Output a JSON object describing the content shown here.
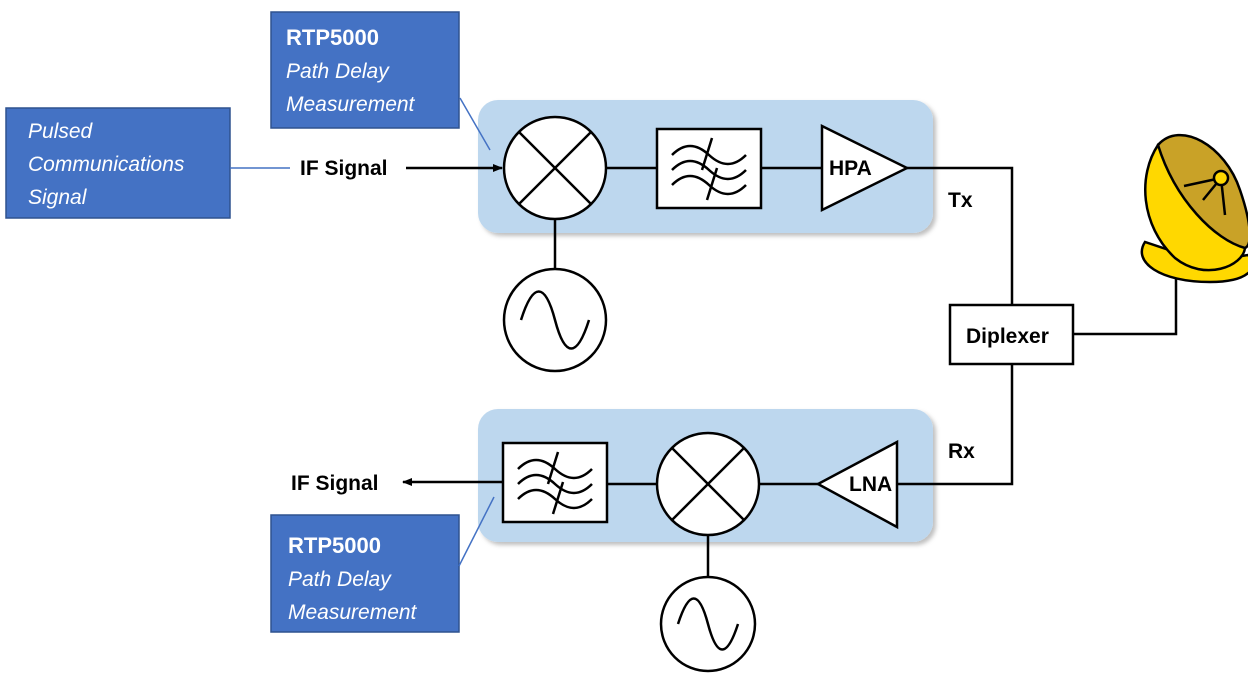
{
  "callouts": {
    "pulsed": {
      "line1": "Pulsed",
      "line2": "Communications",
      "line3": "Signal"
    },
    "tx_measure": {
      "title": "RTP5000",
      "line1": "Path Delay",
      "line2": "Measurement"
    },
    "rx_measure": {
      "title": "RTP5000",
      "line1": "Path Delay",
      "line2": "Measurement"
    }
  },
  "labels": {
    "tx_if": "IF Signal",
    "rx_if": "IF Signal",
    "hpa": "HPA",
    "lna": "LNA",
    "tx": "Tx",
    "rx": "Rx",
    "diplexer": "Diplexer"
  },
  "colors": {
    "callout_fill": "#4472c4",
    "chain_fill": "#bdd7ee",
    "dish_gold": "#c9a227",
    "dish_yellow": "#ffd800"
  },
  "icons": {
    "mixer": "mixer-icon",
    "oscillator": "oscillator-icon",
    "filter": "bandpass-filter-icon",
    "antenna": "satellite-dish-icon"
  }
}
